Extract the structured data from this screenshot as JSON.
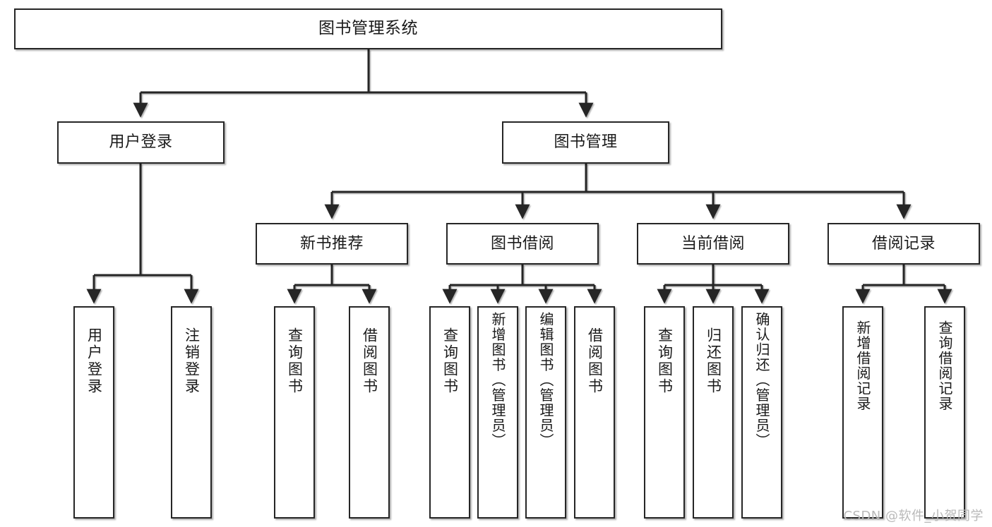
{
  "diagram": {
    "title": "图书管理系统",
    "type": "tree-hierarchy",
    "watermark": "CSDN @软件_小贺同学",
    "colors": {
      "box_border": "#262626",
      "box_fill": "#ffffff",
      "connector": "#262626",
      "text": "#1a1a1a",
      "watermark": "#b9b9b9",
      "background": "#ffffff"
    },
    "nodes": {
      "root": {
        "label": "图书管理系统"
      },
      "level2": [
        {
          "id": "user-login",
          "label": "用户登录"
        },
        {
          "id": "book-management",
          "label": "图书管理"
        }
      ],
      "level3": [
        {
          "id": "new-book-recommend",
          "label": "新书推荐"
        },
        {
          "id": "book-borrow",
          "label": "图书借阅"
        },
        {
          "id": "current-borrow",
          "label": "当前借阅"
        },
        {
          "id": "borrow-record",
          "label": "借阅记录"
        }
      ],
      "leaves": [
        {
          "id": "leaf-user-login",
          "label": "用户登录",
          "parent": "user-login"
        },
        {
          "id": "leaf-logout",
          "label": "注销登录",
          "parent": "user-login"
        },
        {
          "id": "leaf-query-book-1",
          "label": "查询图书",
          "parent": "new-book-recommend"
        },
        {
          "id": "leaf-borrow-book-1",
          "label": "借阅图书",
          "parent": "new-book-recommend"
        },
        {
          "id": "leaf-query-book-2",
          "label": "查询图书",
          "parent": "book-borrow"
        },
        {
          "id": "leaf-add-book",
          "label": "新增图书（管理员）",
          "parent": "book-borrow"
        },
        {
          "id": "leaf-edit-book",
          "label": "编辑图书（管理员）",
          "parent": "book-borrow"
        },
        {
          "id": "leaf-borrow-book-2",
          "label": "借阅图书",
          "parent": "book-borrow"
        },
        {
          "id": "leaf-query-book-3",
          "label": "查询图书",
          "parent": "current-borrow"
        },
        {
          "id": "leaf-return-book",
          "label": "归还图书",
          "parent": "current-borrow"
        },
        {
          "id": "leaf-confirm-return",
          "label": "确认归还（管理员）",
          "parent": "current-borrow"
        },
        {
          "id": "leaf-add-record",
          "label": "新增借阅记录",
          "parent": "borrow-record"
        },
        {
          "id": "leaf-query-record",
          "label": "查询借阅记录",
          "parent": "borrow-record"
        }
      ]
    }
  }
}
